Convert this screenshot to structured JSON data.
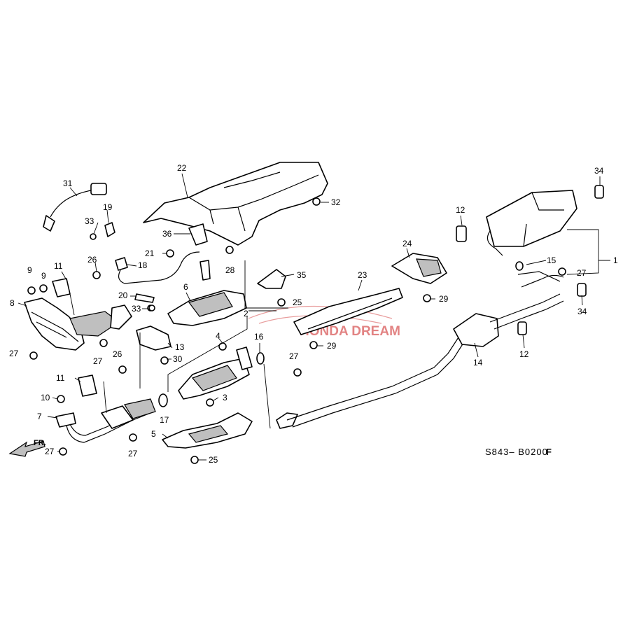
{
  "diagram": {
    "reference_code": "S843– B0200",
    "revision_mark": "F",
    "front_marker": "FR.",
    "watermark": "HONDA DREAM",
    "callouts": {
      "c1": "1",
      "c2": "2",
      "c3": "3",
      "c4": "4",
      "c5": "5",
      "c6": "6",
      "c7": "7",
      "c8": "8",
      "c9a": "9",
      "c9b": "9",
      "c10": "10",
      "c11a": "11",
      "c11b": "11",
      "c12a": "12",
      "c12b": "12",
      "c13": "13",
      "c14": "14",
      "c15": "15",
      "c16": "16",
      "c17": "17",
      "c18": "18",
      "c19": "19",
      "c20": "20",
      "c21": "21",
      "c22": "22",
      "c23": "23",
      "c24": "24",
      "c25a": "25",
      "c25b": "25",
      "c26a": "26",
      "c26b": "26",
      "c27a": "27",
      "c27b": "27",
      "c27c": "27",
      "c27d": "27",
      "c27e": "27",
      "c27f": "27",
      "c28": "28",
      "c29a": "29",
      "c29b": "29",
      "c30": "30",
      "c31": "31",
      "c32": "32",
      "c33a": "33",
      "c33b": "33",
      "c34a": "34",
      "c34b": "34",
      "c35": "35",
      "c36": "36"
    }
  }
}
